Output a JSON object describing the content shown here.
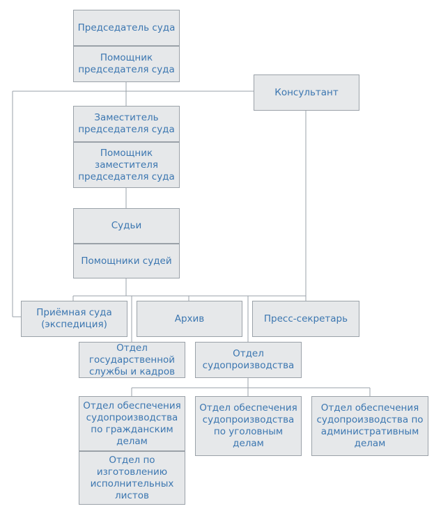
{
  "org_chart": {
    "chairman": "Председатель суда",
    "chairman_assistant": "Помощник\nпредседателя суда",
    "consultant": "Консультант",
    "deputy_chairman": "Заместитель\nпредседателя суда",
    "deputy_assistant": "Помощник\nзаместителя\nпредседателя суда",
    "judges": "Судьи",
    "judges_assistants": "Помощники судей",
    "reception": "Приёмная суда\n(экспедиция)",
    "archive": "Архив",
    "press_secretary": "Пресс-секретарь",
    "civil_service_dept": "Отдел\nгосударственной\nслужбы и кадров",
    "proceedings_dept": "Отдел\nсудопроизводства",
    "civil_cases_dept": "Отдел обеспечения\nсудопроизводства\nпо гражданским\nделам",
    "criminal_cases_dept": "Отдел обеспечения\nсудопроизводства\nпо уголовным\nделам",
    "administrative_cases_dept": "Отдел обеспечения\nсудопроизводства по\nадминистративным\nделам",
    "writs_dept": "Отдел по\nизготовлению\nисполнительных\nлистов"
  },
  "colors": {
    "box_fill": "#e6e8ea",
    "box_border": "#9aa1a8",
    "text": "#3b76b0",
    "connector": "#9aa1a8"
  }
}
